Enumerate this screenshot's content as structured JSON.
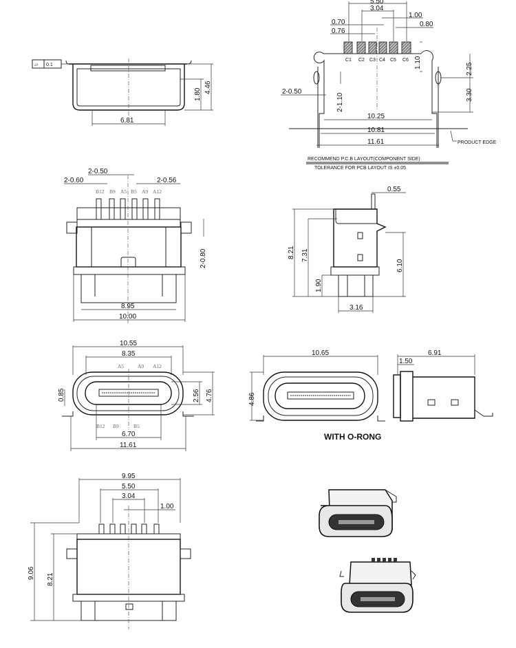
{
  "top_view": {
    "flatness_symbol": "▱",
    "flatness_value": "0.1",
    "width": "6.81",
    "dim_a": "1.80",
    "dim_b": "4.46"
  },
  "pcb_layout": {
    "d_5_50": "5.50",
    "d_3_04": "3.04",
    "d_1_00": "1.00",
    "d_0_70": "0.70",
    "d_0_80": "0.80",
    "d_0_76": "0.76",
    "pads": [
      "C1",
      "C2",
      "C3",
      "C4",
      "C5",
      "C6"
    ],
    "d_1_10": "1.10",
    "d_2_25": "2.25",
    "d_3_30": "3.30",
    "hole_w": "2-0.50",
    "hole_h": "2-1.10",
    "d_10_25": "10.25",
    "d_10_81": "10.81",
    "d_11_61": "11.61",
    "product_edge": "PRODUCT EDGE",
    "note_title": "RECOMMEND P.C.B LAYOUT(COMPONENT SIDE)",
    "note_tolerance": "TOLERANCE FOR PCB LAYOUT IS ±0.05"
  },
  "front_view": {
    "pitch_a": "2-0.50",
    "pitch_b": "2-0.60",
    "pitch_c": "2-0.56",
    "pins": [
      "B12",
      "B9",
      "A5",
      "B5",
      "A9",
      "A12"
    ],
    "tab": "2-0.80",
    "w_inner": "8.95",
    "w_outer": "10.00"
  },
  "side_view": {
    "d_0_55": "0.55",
    "d_8_21": "8.21",
    "d_7_31": "7.31",
    "d_6_10": "6.10",
    "d_1_90": "1.90",
    "d_3_16": "3.16"
  },
  "port_view": {
    "d_10_55": "10.55",
    "d_8_35": "8.35",
    "top_pins": [
      "A5",
      "A9",
      "A12"
    ],
    "d_0_85": "0.85",
    "d_2_56": "2.56",
    "d_4_76": "4.76",
    "bottom_pins": [
      "B12",
      "B9",
      "B5"
    ],
    "d_6_70": "6.70",
    "d_11_61": "11.61"
  },
  "oring_view": {
    "width": "10.65",
    "height": "4.86",
    "caption": "WITH O-RONG"
  },
  "oring_side": {
    "length": "6.91",
    "ring": "1.50"
  },
  "bottom_view": {
    "d_9_95": "9.95",
    "d_5_50": "5.50",
    "d_3_04": "3.04",
    "d_1_00": "1.00",
    "d_9_06": "9.06",
    "d_8_21": "8.21"
  }
}
